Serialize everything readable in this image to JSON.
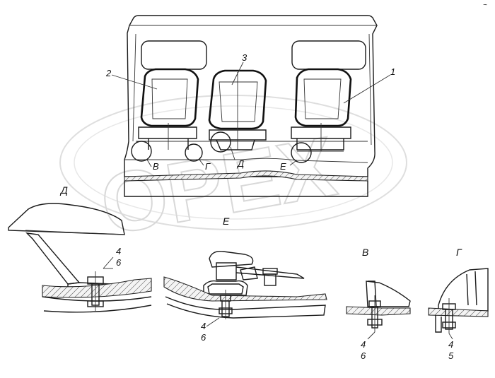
{
  "corner_mark": "~",
  "watermark": "OPEX",
  "callouts": {
    "seat_1": "1",
    "seat_2": "2",
    "seat_3": "3",
    "view_B": "В",
    "view_G": "Г",
    "view_D": "Д",
    "view_E": "Е"
  },
  "detail_titles": {
    "D": "Д",
    "E": "Е",
    "B": "В",
    "G": "Г"
  },
  "part_numbers": {
    "D_top": "4",
    "D_bottom": "6",
    "E_top": "4",
    "E_bottom": "6",
    "B_top": "4",
    "B_bottom": "6",
    "G_top": "4",
    "G_bottom": "5"
  }
}
